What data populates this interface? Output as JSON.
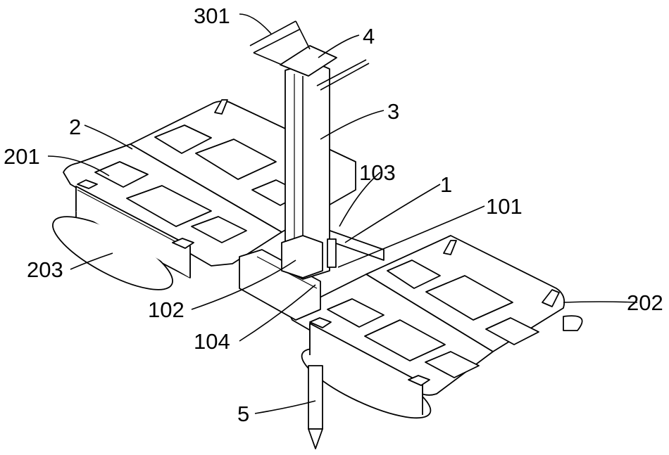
{
  "figure": {
    "labels": {
      "l301": "301",
      "l4": "4",
      "l3": "3",
      "l2": "2",
      "l201": "201",
      "l103": "103",
      "l1": "1",
      "l101": "101",
      "l203": "203",
      "l202": "202",
      "l102": "102",
      "l104": "104",
      "l5": "5"
    }
  }
}
